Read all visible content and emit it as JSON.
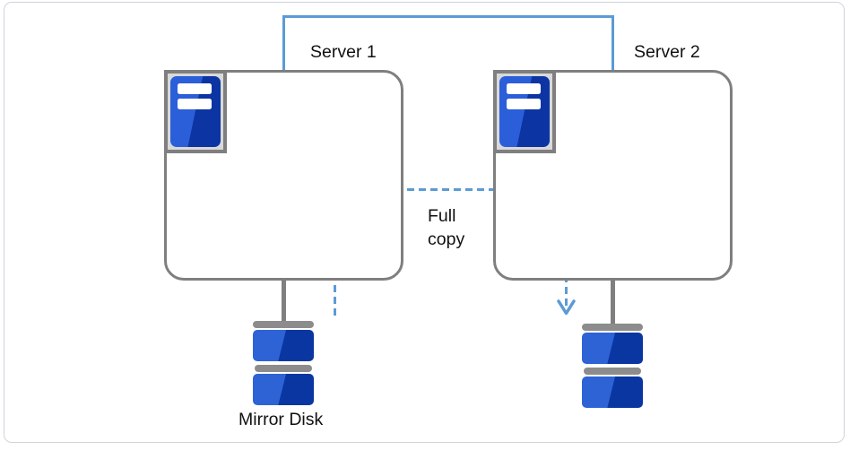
{
  "diagram": {
    "servers": [
      {
        "label": "Server 1",
        "icon": "server-icon"
      },
      {
        "label": "Server 2",
        "icon": "server-icon"
      }
    ],
    "network_link": {
      "description": "interconnect line between Server 1 and Server 2"
    },
    "copy_flow": {
      "label_line1": "Full",
      "label_line2": "copy",
      "style": "dashed-arrow",
      "from": "Server 1 mirror disk",
      "to": "Server 2 mirror disk"
    },
    "disks": [
      {
        "label": "Mirror Disk",
        "icon": "disk-icon",
        "under": "Server 1"
      },
      {
        "icon": "disk-icon",
        "under": "Server 2"
      }
    ],
    "colors": {
      "connector_blue": "#5B9BD5",
      "icon_blue_light": "#2B5ED9",
      "icon_blue_dark": "#0C35A3",
      "disk_blue_light": "#2E63D6",
      "disk_blue_dark": "#0A36A2",
      "border_gray": "#7F7F7F",
      "frame_gray": "#CFD4D8",
      "icon_frame_fill": "#D9D9D9",
      "disk_bar_gray": "#8C8C8C"
    }
  }
}
